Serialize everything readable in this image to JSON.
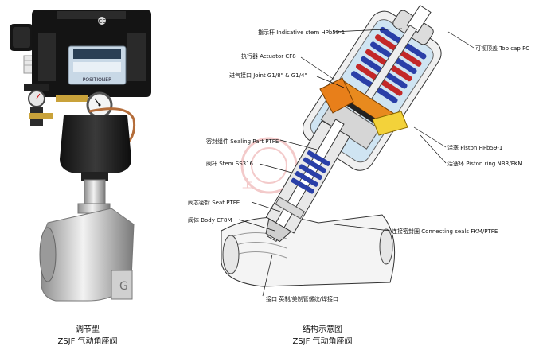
{
  "photo": {
    "brand_badge": "CE",
    "positioner_plate": "POSITIONER",
    "body_marking": "G",
    "caption_line1": "调节型",
    "caption_line2": "ZSJF 气动角座阀"
  },
  "diagram": {
    "watermark": "上",
    "labels": [
      {
        "id": "indicative-stem",
        "text": "指示杆 Indicative stem HPb59-1"
      },
      {
        "id": "top-cap",
        "text": "可视顶盖 Top cap PC"
      },
      {
        "id": "actuator",
        "text": "执行器 Actuator CF8"
      },
      {
        "id": "air-inlet",
        "text": "进气接口 Joint G1/8\" & G1/4\""
      },
      {
        "id": "sealing-part",
        "text": "密封组件 Sealing Part PTFE"
      },
      {
        "id": "stem",
        "text": "阀杆 Stem SS316"
      },
      {
        "id": "piston",
        "text": "活塞 Piston HPb59-1"
      },
      {
        "id": "piston-ring",
        "text": "活塞环 Piston ring NBR/FKM"
      },
      {
        "id": "seat",
        "text": "阀芯密封 Seat PTFE"
      },
      {
        "id": "body",
        "text": "阀体 Body CF8M"
      },
      {
        "id": "connecting-seals",
        "text": "连接密封圈 Connecting seals FKM/PTFE"
      },
      {
        "id": "port",
        "text": "接口 英制/美制管螺纹/焊接口"
      }
    ],
    "caption_line1": "结构示意图",
    "caption_line2": "ZSJF 气动角座阀"
  }
}
